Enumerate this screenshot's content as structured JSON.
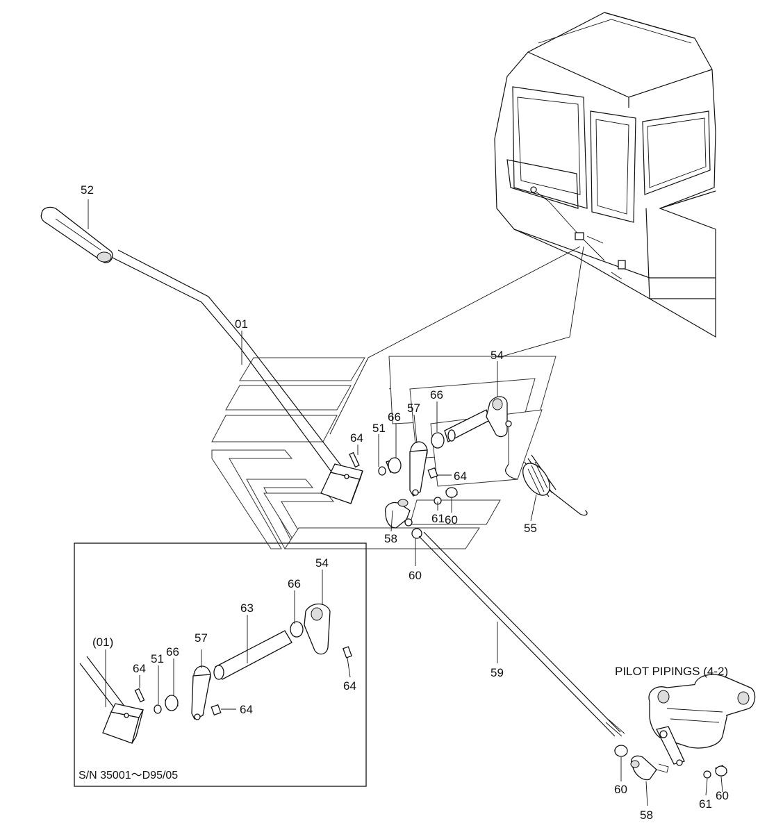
{
  "callouts": {
    "c52": "52",
    "c01": "01",
    "c54_top": "54",
    "c66_top_right": "66",
    "c57_top": "57",
    "c66_top_left": "66",
    "c51_top": "51",
    "c64_top_left": "64",
    "c64_top_right": "64",
    "c61_top": "61",
    "c60_top_right": "60",
    "c55": "55",
    "c58_top": "58",
    "c60_top_left": "60",
    "c59": "59",
    "c54_inset": "54",
    "c66_inset_right": "66",
    "c63": "63",
    "c57_inset": "57",
    "c01_inset": "(01)",
    "c64_inset_left": "64",
    "c51_inset": "51",
    "c66_inset_left": "66",
    "c64_inset_right": "64",
    "c64_inset_mid": "64",
    "c60_bottom_left": "60",
    "c58_bottom": "58",
    "c61_bottom": "61",
    "c60_bottom_right": "60"
  },
  "inset": {
    "serial_range": "S/N 35001～D95/05"
  },
  "reference": {
    "pilot_pipings": "PILOT PIPINGS (4-2)"
  }
}
